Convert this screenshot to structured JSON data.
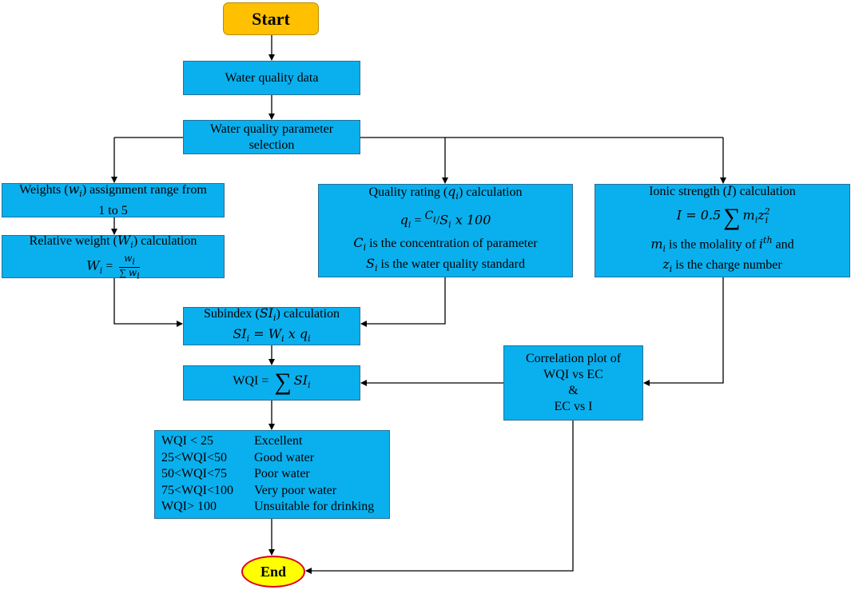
{
  "start": "Start",
  "end": "End",
  "water_quality_data": "Water quality data",
  "parameter_selection": {
    "line1": "Water quality parameter",
    "line2": "selection"
  },
  "weights": {
    "prefix": "Weights (",
    "var": "w",
    "sub": "i",
    "suffix": ") assignment range from",
    "line2": "1 to 5"
  },
  "relative_weight": {
    "prefix": "Relative weight (",
    "var": "W",
    "sub": "i",
    "suffix": ") calculation",
    "eq_lhs": "W",
    "eq_lhs_sub": "i",
    "equals": " = ",
    "num": "w",
    "num_sub": "i",
    "sigma": "∑",
    "den": "w",
    "den_sub": "i"
  },
  "quality_rating": {
    "prefix": "Quality rating (",
    "var": "q",
    "sub": "i",
    "suffix": ") calculation",
    "eq_lhs": "q",
    "eq_lhs_sub": "i",
    "equals": " = ",
    "num": "C",
    "num_sub": "i",
    "slash": "/",
    "den": "S",
    "den_sub": "i",
    "tail": " x 100",
    "line3_var": "C",
    "line3_sub": "i",
    "line3_text": " is the concentration of parameter",
    "line4_var": "S",
    "line4_sub": "i",
    "line4_text": " is the water quality standard"
  },
  "ionic_strength": {
    "prefix": "Ionic strength (",
    "var": "I",
    "suffix": ") calculation",
    "eq_lhs": "I = 0.5",
    "sigma": "∑",
    "m": "m",
    "m_sub": "i",
    "z": "z",
    "z_sub": "i",
    "z_sup": "2",
    "line3_var": "m",
    "line3_sub": "i",
    "line3_text": " is the molality of ",
    "line3_i": "i",
    "line3_sup": "th",
    "line3_tail": " and",
    "line4_var": "z",
    "line4_sub": "i",
    "line4_text": " is the charge number"
  },
  "subindex": {
    "prefix": "Subindex (",
    "var": "SI",
    "sub": "i",
    "suffix": ") calculation",
    "eq_lhs": "SI",
    "eq_lhs_sub": "i",
    "eq_mid": " = W",
    "eq_mid_sub": "i",
    "eq_tail": " x q",
    "eq_tail_sub": "i"
  },
  "wqi": {
    "label": "WQI = ",
    "sigma": "∑",
    "var": "SI",
    "sub": "i"
  },
  "correlation": {
    "line1": "Correlation plot of",
    "line2": "WQI vs EC",
    "line3": "&",
    "line4": "EC vs I"
  },
  "classification": [
    {
      "range": "WQI < 25",
      "class": "Excellent"
    },
    {
      "range": "25<WQI<50",
      "class": "Good water"
    },
    {
      "range": "50<WQI<75",
      "class": "Poor water"
    },
    {
      "range": "75<WQI<100",
      "class": "Very poor water"
    },
    {
      "range": "WQI> 100",
      "class": "Unsuitable for drinking"
    }
  ],
  "colors": {
    "box_fill": "#0ab0ee",
    "start_fill": "#ffc000",
    "end_fill": "#ffff00",
    "end_border": "#e0001b",
    "connector": "#000000"
  }
}
